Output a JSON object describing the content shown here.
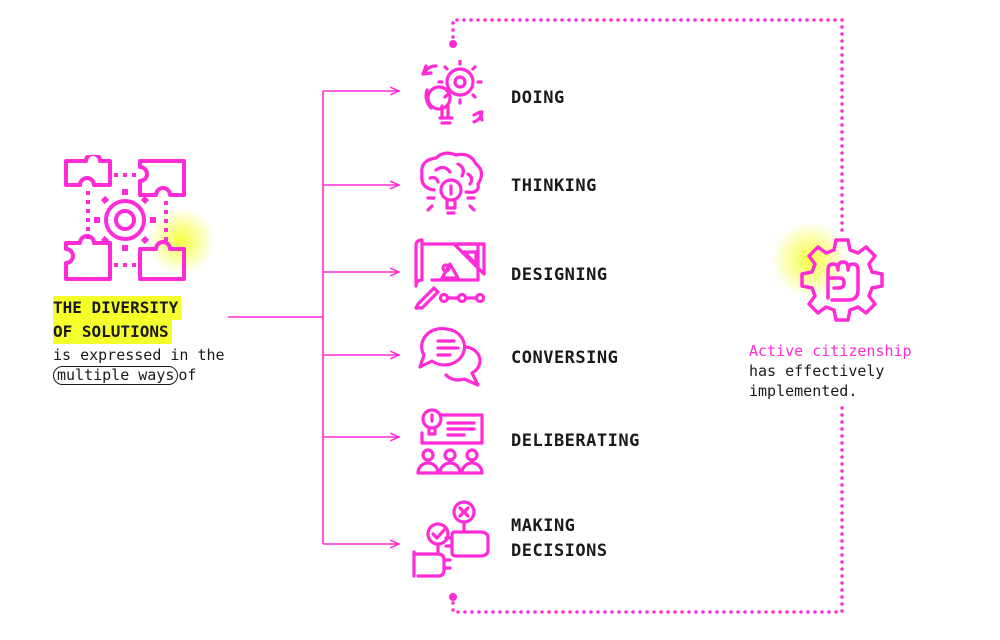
{
  "colors": {
    "accent": "#ff2bd6",
    "highlight": "#f4ff2c",
    "text": "#1a1a1a"
  },
  "left": {
    "icon": "puzzle-gear-icon",
    "title_line1": "THE DIVERSITY",
    "title_line2": "OF SOLUTIONS",
    "sub_line1": "is expressed in the",
    "sub_pill": "multiple ways",
    "sub_after": "of"
  },
  "ways": [
    {
      "label": "DOING",
      "icon": "gears-lightbulb-icon"
    },
    {
      "label": "THINKING",
      "icon": "brain-lightbulb-icon"
    },
    {
      "label": "DESIGNING",
      "icon": "design-tools-icon"
    },
    {
      "label": "CONVERSING",
      "icon": "chat-bubbles-icon"
    },
    {
      "label": "DELIBERATING",
      "icon": "audience-presentation-icon"
    },
    {
      "label": "MAKING",
      "label2": "DECISIONS",
      "icon": "voting-hands-icon"
    }
  ],
  "right": {
    "icon": "fist-gear-icon",
    "line1": "Active citizenship",
    "line2": "has effectively",
    "line3": "implemented."
  }
}
